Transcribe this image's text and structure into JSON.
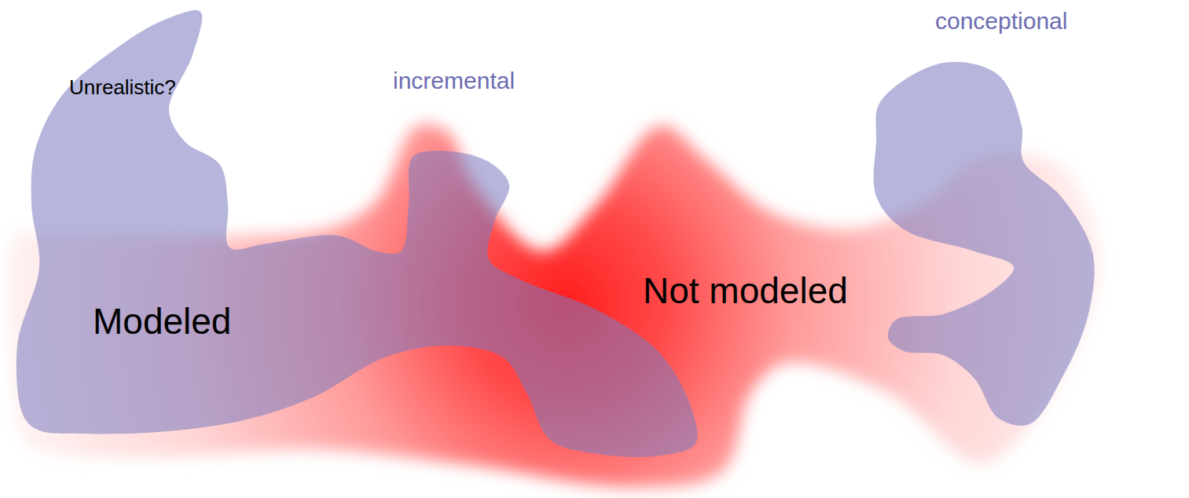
{
  "diagram": {
    "nodes": [
      {
        "text": [
          "Unrealistic?",
          "incremental",
          "Modeled"
        ]
      },
      {
        "text": [
          "Not modeled"
        ]
      },
      {
        "text": [
          "conceptional"
        ]
      }
    ]
  }
}
